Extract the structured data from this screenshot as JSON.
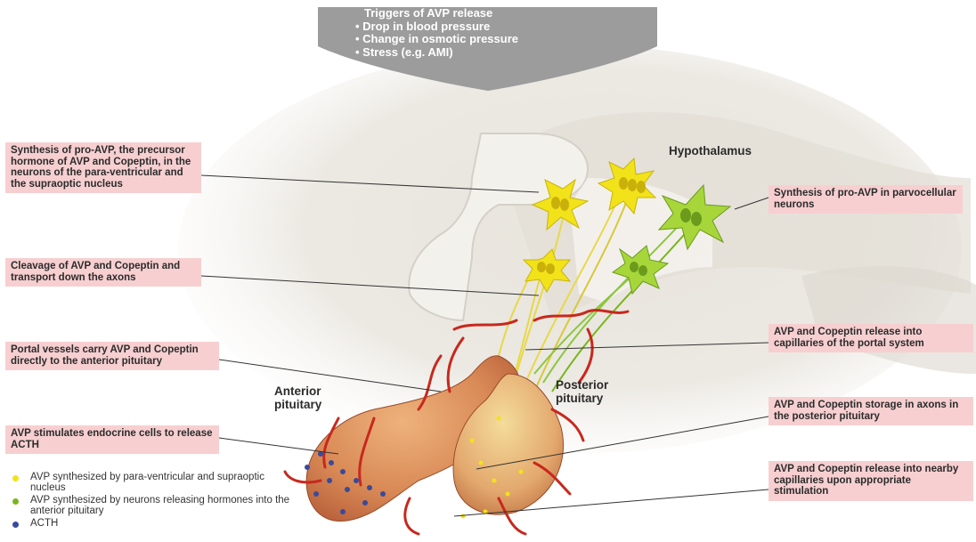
{
  "triggers": {
    "title": "Triggers of AVP release",
    "items": [
      "Drop in blood pressure",
      "Change in osmotic pressure",
      "Stress (e.g.  AMI)"
    ]
  },
  "structures": {
    "hypothalamus": "Hypothalamus",
    "anterior": "Anterior pituitary",
    "posterior": "Posterior pituitary"
  },
  "annotations": {
    "synthesis_pro_avp": "Synthesis of pro-AVP, the precursor hormone of AVP and Copeptin, in the neurons of the para-ventricular and the supraoptic nucleus",
    "cleavage": "Cleavage of AVP and Copeptin and transport down the axons",
    "portal_vessels": "Portal vessels carry AVP and Copeptin directly to the anterior pituitary",
    "acth_stimulation": "AVP stimulates endocrine cells to release ACTH",
    "parvocellular": "Synthesis of pro-AVP in parvocellular neurons",
    "portal_release": "AVP and Copeptin release into capillaries of the portal system",
    "storage": "AVP and Copeptin storage in axons in the posterior pituitary",
    "capillary_release": "AVP and Copeptin release into nearby capillaries upon appropriate stimulation"
  },
  "legend": [
    {
      "text": "AVP synthesized by para-ventricular and supraoptic nucleus",
      "color": "#f2e21a"
    },
    {
      "text": "AVP synthesized by neurons releasing hormones into the anterior pituitary",
      "color": "#7ab51d"
    },
    {
      "text": "ACTH",
      "color": "#3a4a9a"
    }
  ],
  "colors": {
    "label_bg": "#f7cfd0",
    "arrow": "#9c9c9c",
    "yellow_neuron": "#f2e21a",
    "green_neuron": "#8cc63f",
    "vessel": "#c8281e",
    "gland": "#d98a56"
  }
}
